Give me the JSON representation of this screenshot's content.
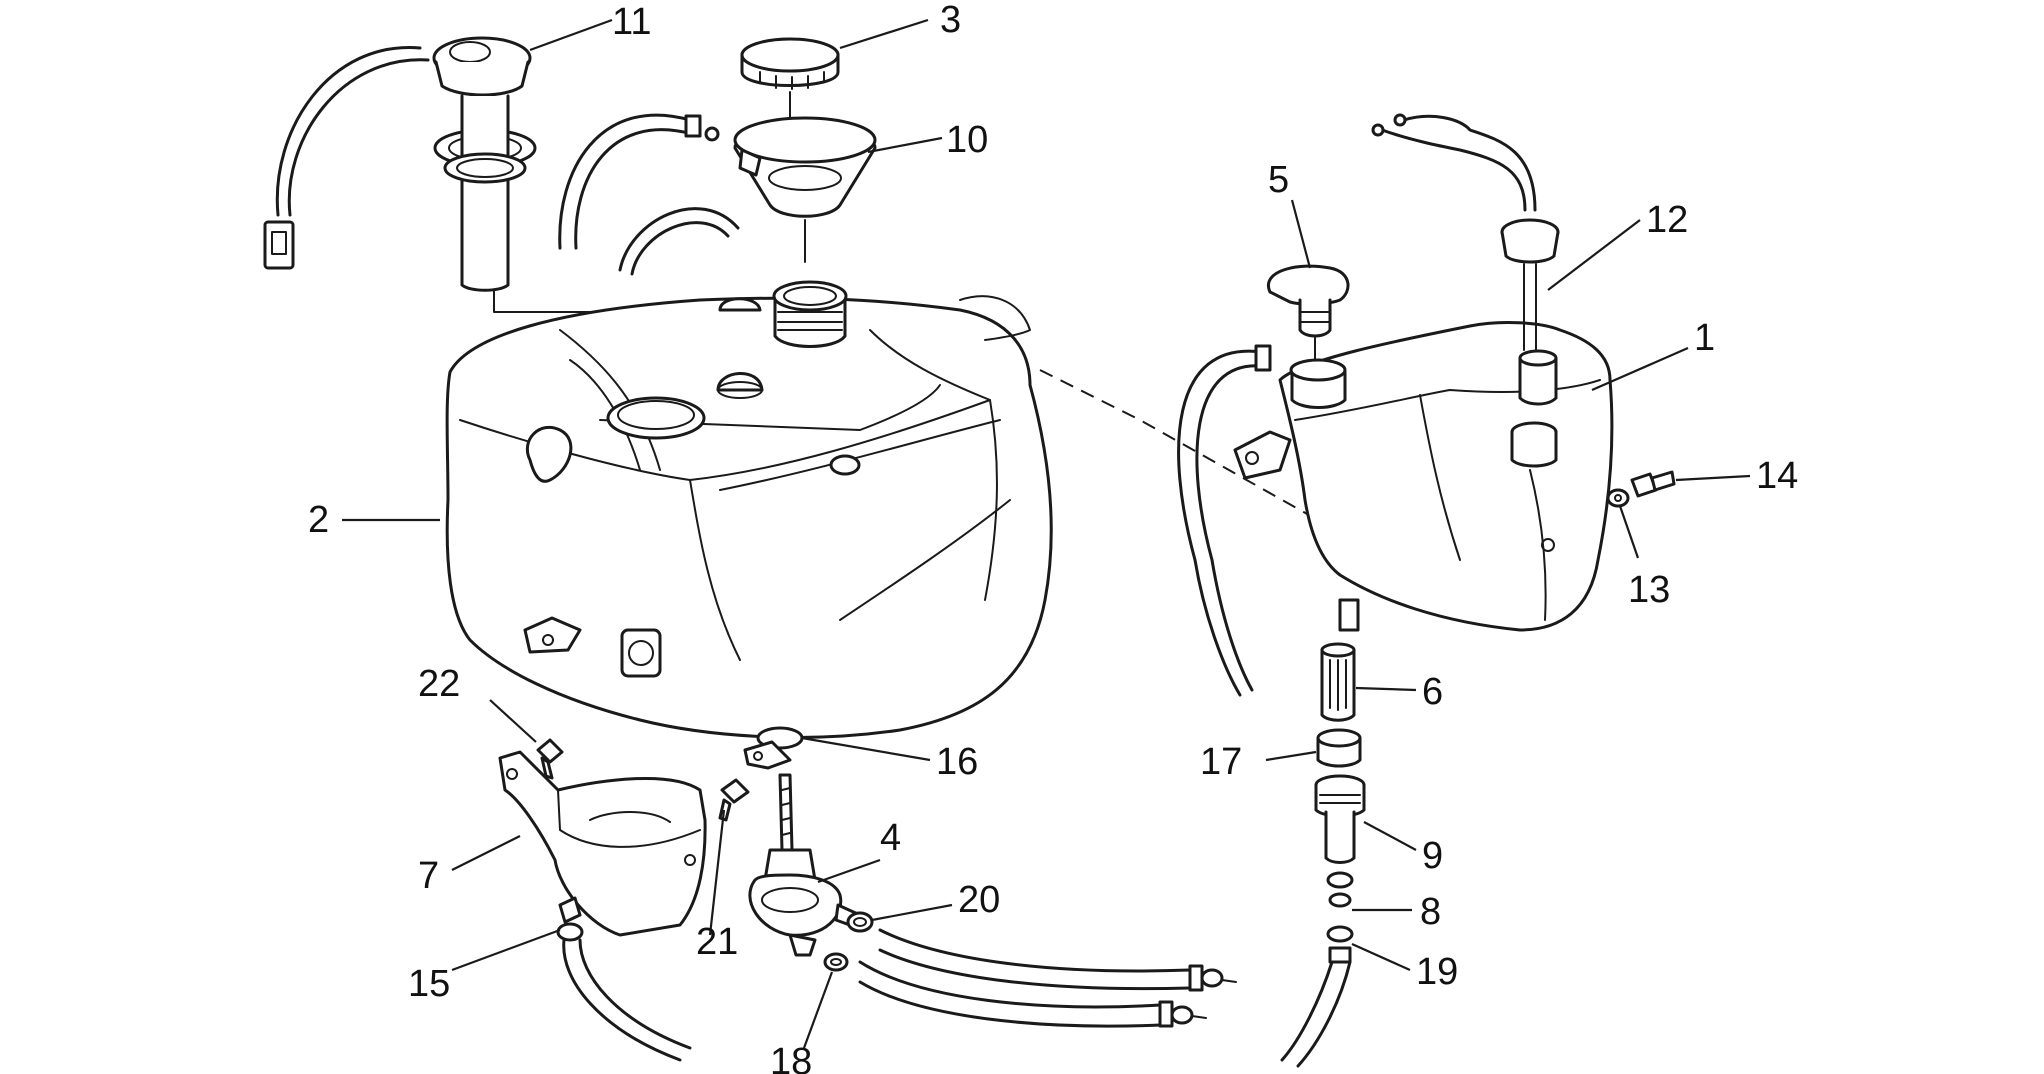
{
  "callouts": [
    "1",
    "2",
    "3",
    "4",
    "5",
    "6",
    "7",
    "8",
    "9",
    "10",
    "11",
    "12",
    "13",
    "14",
    "15",
    "16",
    "17",
    "18",
    "19",
    "20",
    "21",
    "22"
  ],
  "colors": {
    "line": "#1a1a1a",
    "background": "#ffffff",
    "shade": "#eeeeee"
  }
}
